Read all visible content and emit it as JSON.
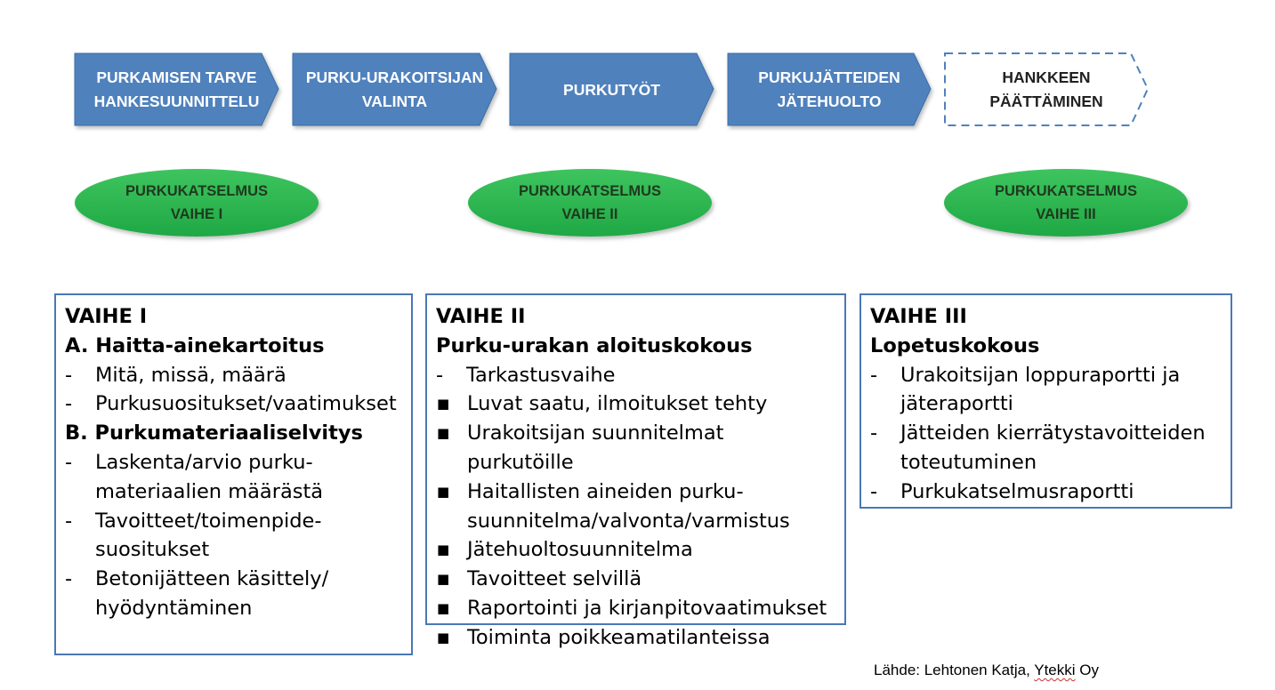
{
  "colors": {
    "chevron_fill": "#4f81bd",
    "chevron_stroke": "#3b6ea5",
    "dashed_stroke": "#4f81bd",
    "oval_fill": "#22b14c",
    "box_border": "#4a78b6"
  },
  "process": [
    {
      "label": "PURKAMISEN TARVE\nHANKESUUNNITTELU"
    },
    {
      "label": "PURKU-URAKOITSIJAN\nVALINTA"
    },
    {
      "label": "PURKUTYÖT"
    },
    {
      "label": "PURKUJÄTTEIDEN\nJÄTEHUOLTO"
    },
    {
      "label": "HANKKEEN\nPÄÄTTÄMINEN"
    }
  ],
  "surveys": [
    {
      "label": "PURKUKATSELMUS\nVAIHE I"
    },
    {
      "label": "PURKUKATSELMUS\nVAIHE II"
    },
    {
      "label": "PURKUKATSELMUS\nVAIHE III"
    }
  ],
  "phase1": {
    "title": "VAIHE I",
    "a_heading": "A. Haitta-ainekartoitus",
    "a_items": [
      "Mitä, missä, määrä",
      "Purkusuositukset/vaatimukset"
    ],
    "b_heading": "B. Purkumateriaaliselvitys",
    "b_items": [
      [
        "Laskenta/arvio purku-",
        "materiaalien määrästä"
      ],
      [
        "Tavoitteet/toimenpide-",
        "suositukset"
      ],
      [
        "Betonijätteen käsittely/",
        "hyödyntäminen"
      ]
    ],
    "dash": "-"
  },
  "phase2": {
    "title": "VAIHE II",
    "heading": "Purku-urakan aloituskokous",
    "first_item": "Tarkastusvaihe",
    "items": [
      [
        "Luvat saatu, ilmoitukset tehty"
      ],
      [
        "Urakoitsijan suunnitelmat purkutöille"
      ],
      [
        "Haitallisten aineiden purku-",
        "suunnitelma/valvonta/varmistus"
      ],
      [
        "Jätehuoltosuunnitelma"
      ],
      [
        "Tavoitteet selvillä"
      ],
      [
        "Raportointi ja kirjanpitovaatimukset"
      ],
      [
        "Toiminta poikkeamatilanteissa"
      ]
    ],
    "dash": "-",
    "bullet": "■"
  },
  "phase3": {
    "title": "VAIHE III",
    "heading": "Lopetuskokous",
    "items": [
      [
        "Urakoitsijan loppuraportti ja",
        "jäteraportti"
      ],
      [
        "Jätteiden kierrätystavoitteiden",
        "toteutuminen"
      ],
      [
        "Purkukatselmusraportti"
      ]
    ],
    "dash": "-"
  },
  "source": {
    "prefix": "Lähde: Lehtonen Katja, ",
    "org": "Ytekki",
    "suffix": " Oy"
  }
}
